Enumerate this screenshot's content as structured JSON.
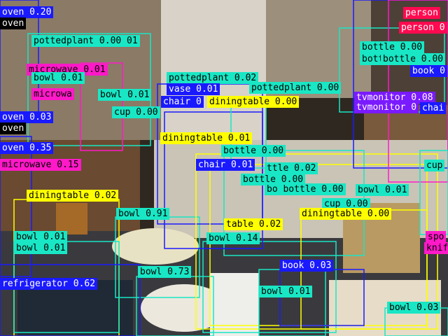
{
  "detections": [
    {
      "label": "oven 0.20",
      "color": "#1a1aff",
      "text": "#ffffff"
    },
    {
      "label": "oven",
      "color": "#000000",
      "text": "#ffffff"
    },
    {
      "label": "pottedplant 0.00 01",
      "color": "#19e6c4",
      "text": "#000000"
    },
    {
      "label": "microwave 0.01",
      "color": "#ff19c8",
      "text": "#000000"
    },
    {
      "label": "bowl 0.01",
      "color": "#19e6c4",
      "text": "#000000"
    },
    {
      "label": "microwa",
      "color": "#ff19c8",
      "text": "#000000"
    },
    {
      "label": "bowl 0.01",
      "color": "#19e6c4",
      "text": "#000000"
    },
    {
      "label": "oven 0.03",
      "color": "#1a1aff",
      "text": "#ffffff"
    },
    {
      "label": "oven",
      "color": "#000000",
      "text": "#ffffff"
    },
    {
      "label": "oven 0.35",
      "color": "#1a1aff",
      "text": "#ffffff"
    },
    {
      "label": "microwave 0.15",
      "color": "#ff19c8",
      "text": "#000000"
    },
    {
      "label": "diningtable 0.02",
      "color": "#ffff00",
      "text": "#000000"
    },
    {
      "label": "bowl 0.91",
      "color": "#19e6c4",
      "text": "#000000"
    },
    {
      "label": "bowl 0.01",
      "color": "#19e6c4",
      "text": "#000000"
    },
    {
      "label": "bowl 0.01",
      "color": "#19e6c4",
      "text": "#000000"
    },
    {
      "label": "refrigerator 0.62",
      "color": "#1a1aff",
      "text": "#ffffff"
    },
    {
      "label": "bowl 0.73",
      "color": "#19e6c4",
      "text": "#000000"
    },
    {
      "label": "pottedplant 0.02",
      "color": "#19e6c4",
      "text": "#000000"
    },
    {
      "label": "vase 0.01",
      "color": "#1a1aff",
      "text": "#ffffff"
    },
    {
      "label": "pottedplant 0.00",
      "color": "#19e6c4",
      "text": "#000000"
    },
    {
      "label": "chair 0",
      "color": "#1a1aff",
      "text": "#ffffff"
    },
    {
      "label": "diningtable 0.00",
      "color": "#ffff00",
      "text": "#000000"
    },
    {
      "label": "cup 0.00",
      "color": "#19e6c4",
      "text": "#000000"
    },
    {
      "label": "diningtable 0.01",
      "color": "#ffff00",
      "text": "#000000"
    },
    {
      "label": "chair 0.01",
      "color": "#1a1aff",
      "text": "#ffffff"
    },
    {
      "label": "bottle 0.00",
      "color": "#19e6c4",
      "text": "#000000"
    },
    {
      "label": "ttle 0.02",
      "color": "#19e6c4",
      "text": "#000000"
    },
    {
      "label": "bottle 0.00",
      "color": "#19e6c4",
      "text": "#000000"
    },
    {
      "label": "bo bottle 0.00",
      "color": "#19e6c4",
      "text": "#000000"
    },
    {
      "label": "bowl 0.01",
      "color": "#19e6c4",
      "text": "#000000"
    },
    {
      "label": "cup 0.00",
      "color": "#19e6c4",
      "text": "#000000"
    },
    {
      "label": "diningtable 0.00",
      "color": "#ffff00",
      "text": "#000000"
    },
    {
      "label": "table 0.02",
      "color": "#ffff00",
      "text": "#000000"
    },
    {
      "label": "bowl 0.14",
      "color": "#19e6c4",
      "text": "#000000"
    },
    {
      "label": "book 0.03",
      "color": "#1a1aff",
      "text": "#ffffff"
    },
    {
      "label": "bowl 0.01",
      "color": "#19e6c4",
      "text": "#000000"
    },
    {
      "label": "bowl 0.03",
      "color": "#19e6c4",
      "text": "#000000"
    },
    {
      "label": "person",
      "color": "#ff0a50",
      "text": "#ffffff"
    },
    {
      "label": "person 0",
      "color": "#ff0a50",
      "text": "#ffffff"
    },
    {
      "label": "bottle 0.00",
      "color": "#19e6c4",
      "text": "#000000"
    },
    {
      "label": "bottle 0.00",
      "color": "#19e6c4",
      "text": "#000000"
    },
    {
      "label": "bottle 0.00",
      "color": "#19e6c4",
      "text": "#000000"
    },
    {
      "label": "book 0",
      "color": "#1a1aff",
      "text": "#ffffff"
    },
    {
      "label": "tvmonitor 0.08",
      "color": "#7a1aff",
      "text": "#ffffff"
    },
    {
      "label": "tvmonitor 0",
      "color": "#7a1aff",
      "text": "#ffffff"
    },
    {
      "label": "chai",
      "color": "#1a1aff",
      "text": "#ffffff"
    },
    {
      "label": "cup",
      "color": "#19e6c4",
      "text": "#000000"
    },
    {
      "label": "spo",
      "color": "#ff19c8",
      "text": "#000000"
    },
    {
      "label": "knife",
      "color": "#ff19c8",
      "text": "#000000"
    }
  ]
}
